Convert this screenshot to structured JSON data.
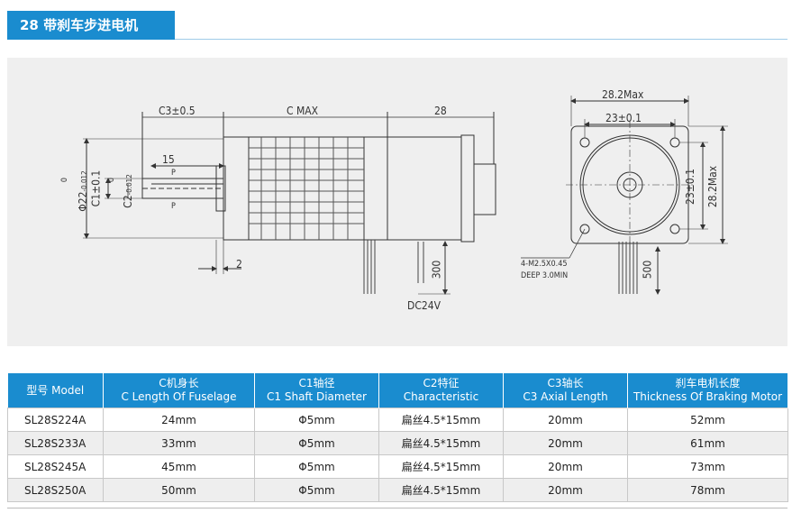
{
  "title": "28 带刹车步进电机",
  "drawing": {
    "dims": {
      "c3": "C3±0.5",
      "cmax": "C MAX",
      "len28": "28",
      "d15": "15",
      "p_top": "P",
      "p_bot": "P",
      "phi22": "Φ22",
      "phi22_tol_up": "0",
      "phi22_tol_low": "-0.012",
      "c1": "C1±0.1",
      "c2": "C2",
      "c2_tol_up": "0",
      "c2_tol_low": "-0.012",
      "d2": "2",
      "d300": "300",
      "dc24": "DC24V",
      "max282_top": "28.2Max",
      "d23_top": "23±0.1",
      "d23_side": "23±0.1",
      "max282_side": "28.2Max",
      "hole_note1": "4-M2.5X0.45",
      "hole_note2": "DEEP 3.0MIN",
      "d500": "500"
    }
  },
  "table": {
    "headers": [
      {
        "cn": "型号 Model",
        "en": ""
      },
      {
        "cn": "C机身长",
        "en": "C Length Of Fuselage"
      },
      {
        "cn": "C1轴径",
        "en": "C1 Shaft Diameter"
      },
      {
        "cn": "C2特征",
        "en": "Characteristic"
      },
      {
        "cn": "C3轴长",
        "en": "C3 Axial Length"
      },
      {
        "cn": "刹车电机长度",
        "en": "Thickness Of Braking Motor"
      }
    ],
    "rows": [
      [
        "SL28S224A",
        "24mm",
        "Φ5mm",
        "扁丝4.5*15mm",
        "20mm",
        "52mm"
      ],
      [
        "SL28S233A",
        "33mm",
        "Φ5mm",
        "扁丝4.5*15mm",
        "20mm",
        "61mm"
      ],
      [
        "SL28S245A",
        "45mm",
        "Φ5mm",
        "扁丝4.5*15mm",
        "20mm",
        "73mm"
      ],
      [
        "SL28S250A",
        "50mm",
        "Φ5mm",
        "扁丝4.5*15mm",
        "20mm",
        "78mm"
      ]
    ]
  },
  "colors": {
    "accent": "#1a8ccf",
    "panel": "#efefef",
    "line": "#333333"
  }
}
